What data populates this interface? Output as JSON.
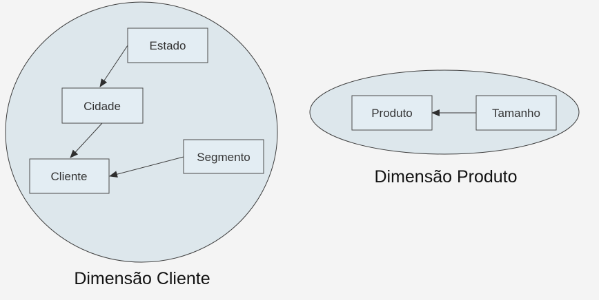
{
  "groups": {
    "cliente": {
      "caption": "Dimensão Cliente"
    },
    "produto": {
      "caption": "Dimensão Produto"
    }
  },
  "nodes": {
    "estado": "Estado",
    "cidade": "Cidade",
    "cliente": "Cliente",
    "segmento": "Segmento",
    "produto": "Produto",
    "tamanho": "Tamanho"
  },
  "edges": [
    {
      "from": "estado",
      "to": "cidade"
    },
    {
      "from": "cidade",
      "to": "cliente"
    },
    {
      "from": "segmento",
      "to": "cliente"
    },
    {
      "from": "tamanho",
      "to": "produto"
    }
  ],
  "colors": {
    "background": "#f4f4f4",
    "group_fill": "#dde7ec",
    "node_fill": "#e3edf3",
    "stroke": "#3c3c3c"
  }
}
